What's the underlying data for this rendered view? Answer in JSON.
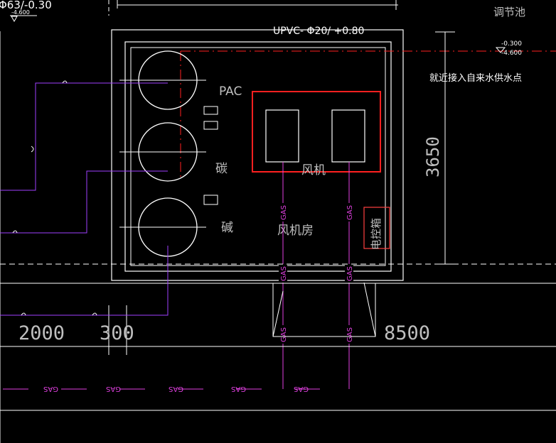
{
  "labels": {
    "top_left": "Φ63/-0.30",
    "top_left_sub": "-4.600",
    "pool": "调节池",
    "pipe_spec": "UPVC- Φ20/ +0.80",
    "elev_1": "-0.300",
    "elev_2": "-4.600",
    "water_supply": "就近接入自来水供水点",
    "pac": "PAC",
    "carbon": "碳",
    "alkali": "碱",
    "blower": "风机",
    "blower_room": "风机房",
    "control_cabinet": "电控箱",
    "gas": "GAS"
  },
  "dimensions": {
    "d3650": "3650",
    "d2000": "2000",
    "d300": "300",
    "d8500": "8500"
  },
  "colors": {
    "line": "#ffffff",
    "grey_text": "#bfbfbf",
    "magenta": "#e040e0",
    "purple": "#a040ff",
    "red_line": "#ff2020",
    "highlight": "#ff2020",
    "cabinet": "#ff4040"
  }
}
